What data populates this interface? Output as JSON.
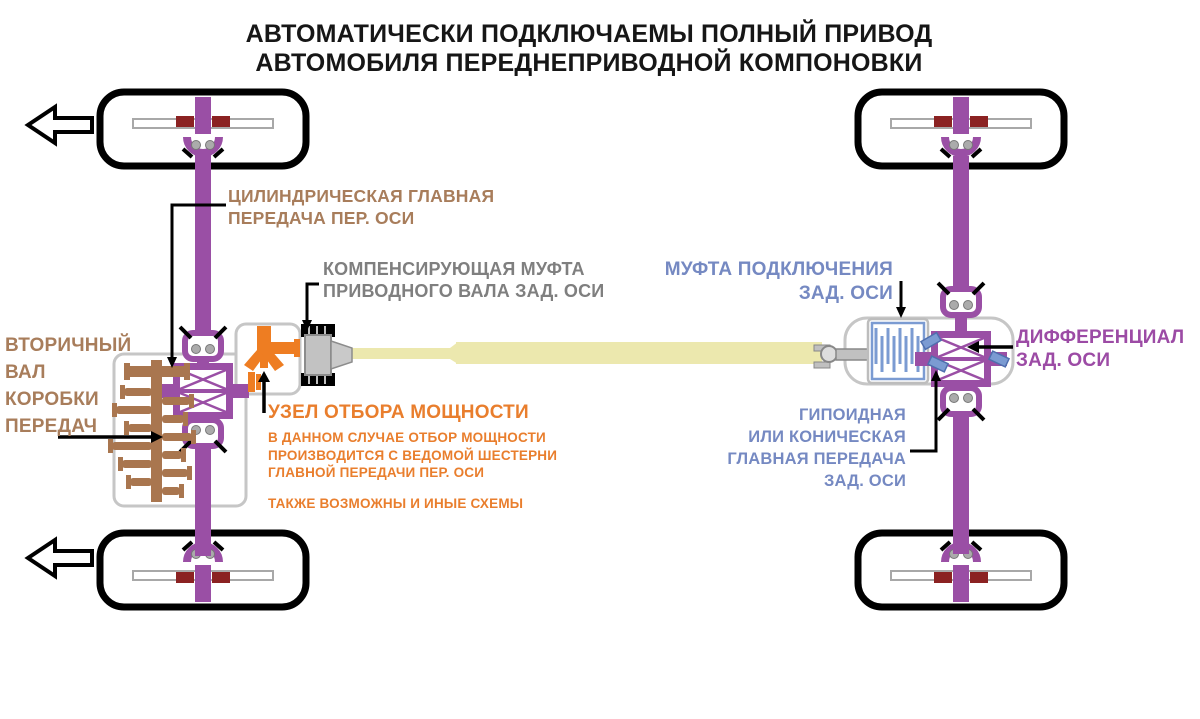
{
  "title": {
    "text": "АВТОМАТИЧЕСКИ ПОДКЛЮЧАЕМЫ ПОЛНЫЙ ПРИВОД\nАВТОМОБИЛЯ ПЕРЕДНЕПРИВОДНОЙ КОМПОНОВКИ"
  },
  "labels": {
    "front_final_drive": {
      "text": "ЦИЛИНДРИЧЕСКАЯ ГЛАВНАЯ\nПЕРЕДАЧА ПЕР. ОСИ",
      "color": "#A87D5B"
    },
    "compensating_coupling": {
      "text": "КОМПЕНСИРУЮЩАЯ МУФТА\nПРИВОДНОГО ВАЛА ЗАД. ОСИ",
      "color": "#7F7F7F"
    },
    "rear_axle_coupling": {
      "text": "МУФТА ПОДКЛЮЧЕНИЯ\nЗАД. ОСИ",
      "color": "#7589C2"
    },
    "gearbox_output_shaft": {
      "text": "ВТОРИЧНЫЙ\nВАЛ\nКОРОБКИ\nПЕРЕДАЧ",
      "color": "#A87D5B"
    },
    "pto_title": {
      "text": "УЗЕЛ ОТБОРА МОЩНОСТИ",
      "color": "#E97E2D"
    },
    "pto_note": {
      "text": "В ДАННОМ СЛУЧАЕ  ОТБОР МОЩНОСТИ\nПРОИЗВОДИТСЯ С ВЕДОМОЙ ШЕСТЕРНИ\nГЛАВНОЙ ПЕРЕДАЧИ ПЕР. ОСИ",
      "color": "#E97E2D"
    },
    "pto_note_2": {
      "text": "ТАКЖЕ ВОЗМОЖНЫ И ИНЫЕ СХЕМЫ",
      "color": "#E97E2D"
    },
    "rear_differential": {
      "text": "ДИФФЕРЕНЦИАЛ\nЗАД. ОСИ",
      "color": "#9C4BA5"
    },
    "rear_final_drive": {
      "text": "ГИПОИДНАЯ\nИЛИ КОНИЧЕСКАЯ\nГЛАВНАЯ ПЕРЕДАЧА\nЗАД. ОСИ",
      "color": "#7589C2"
    }
  },
  "icons": {
    "travel_direction": "left-block-arrow",
    "wheel": "tire-outline",
    "cv_joint": "tulip-joint"
  },
  "colors": {
    "background": "#FFFFFF",
    "title_text": "#161616",
    "axle_shaft_purple": "#9A4FA5",
    "gearbox_brown": "#A9764F",
    "pto_orange": "#EE7D22",
    "prop_shaft_cream": "#ECE8AE",
    "coupling_blue": "#7B9BD2",
    "housing_gray": "#C6C6C6",
    "hub_red": "#8B2222",
    "leader_black": "#000000"
  }
}
